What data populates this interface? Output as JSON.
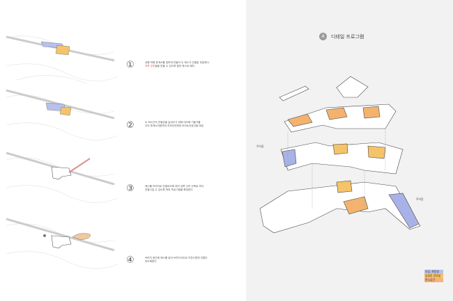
{
  "steps": [
    {
      "number": "①",
      "text_plain_a": "상행 하행 휴게소를 잡하게 만들어 두 매스가 연결된 부분에서",
      "text_highlight": "지역 주민",
      "text_plain_b": "들을 받을 수 있도록 열린 매스로 배치"
    },
    {
      "number": "②",
      "line1": "두 매스간의 연결성을 높여주기 위해 대지에 기울기를",
      "line2": "주어 휴게소이용객과 지역주민에게 아이녹지공간을 제공"
    },
    {
      "number": "③",
      "line1": "매스를 브릿지로 연결되도록 하여 뒤쪽 산의 산책로 까지",
      "line2": "연결시킬 수 있도록 하여 프로그램을 확장한다"
    },
    {
      "number": "④",
      "line1": "브릿지 중간에 매스를 넣어 브릿지사이로 자연스럽게 연결이",
      "line2": "되도록한다"
    }
  ],
  "detail": {
    "badge": "A",
    "title": "디테일 프로그램",
    "parking_left": "주차장",
    "parking_right": "주차장"
  },
  "legend": [
    {
      "label": "식당, 화장실",
      "color": "#b8c0ee"
    },
    {
      "label": "농업인 강의실",
      "color": "#f5c36a"
    },
    {
      "label": "전시공간",
      "color": "#f7b27a"
    }
  ],
  "colors": {
    "highlight_red": "#e0463c",
    "blue_mass": "#a9b2e6",
    "orange_mass": "#f3b36f",
    "yellow_mass": "#f5c36a"
  }
}
